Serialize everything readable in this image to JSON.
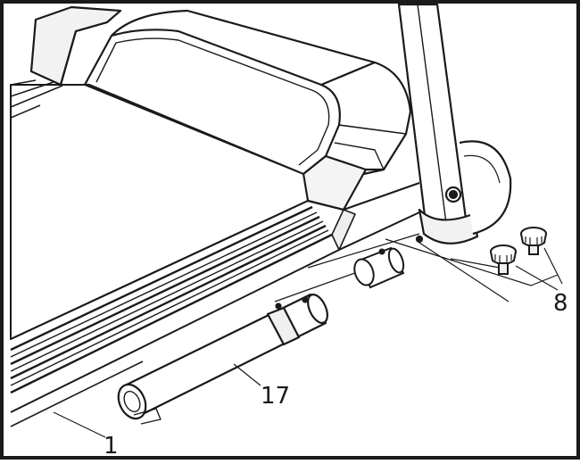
{
  "callouts": {
    "frame": "1",
    "tube": "17",
    "knobs": "8"
  },
  "colors": {
    "line": "#1a1a1a",
    "shade": "#e6e6e6",
    "paper": "#ffffff"
  }
}
